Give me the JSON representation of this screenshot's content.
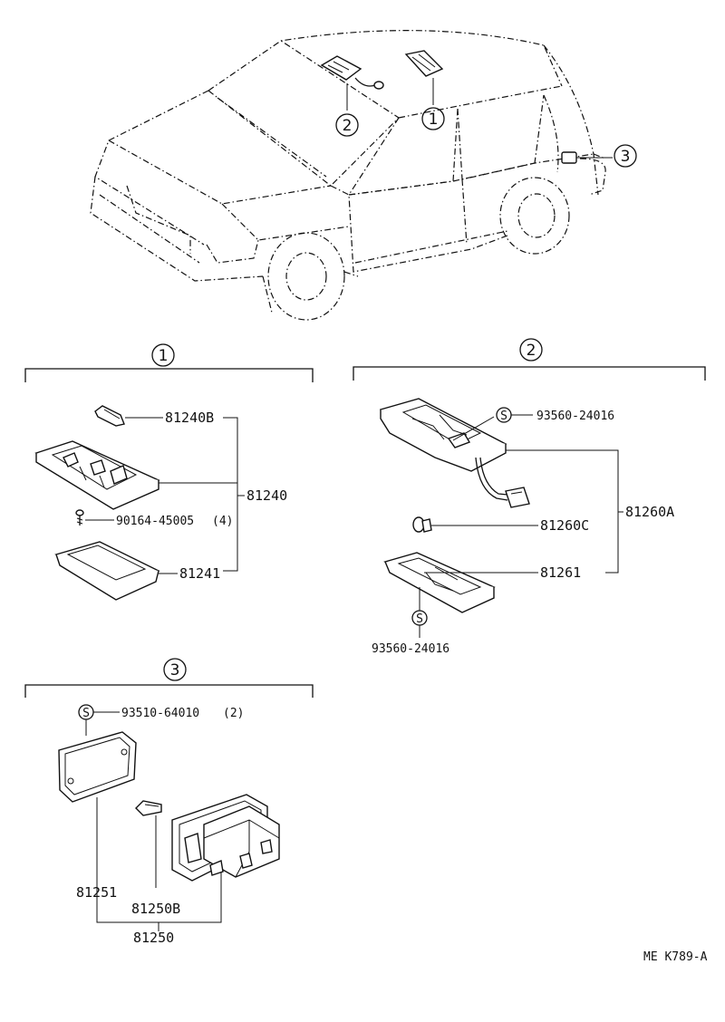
{
  "callouts": {
    "one": "1",
    "two": "2",
    "three": "3"
  },
  "section1": {
    "header": "1",
    "parts": {
      "bulb": "81240B",
      "assembly": "81240",
      "screw": "90164-45005",
      "screw_qty": "(4)",
      "lens": "81241"
    }
  },
  "section2": {
    "header": "2",
    "parts": {
      "screw_top": "93560-24016",
      "assembly": "81260A",
      "bulb": "81260C",
      "lens": "81261",
      "screw_bottom": "93560-24016"
    }
  },
  "section3": {
    "header": "3",
    "parts": {
      "screw": "93510-64010",
      "screw_qty": "(2)",
      "lens": "81251",
      "bulb": "81250B",
      "assembly": "81250"
    }
  },
  "screw_symbol": "S",
  "diagram_code": "ME K789-A"
}
